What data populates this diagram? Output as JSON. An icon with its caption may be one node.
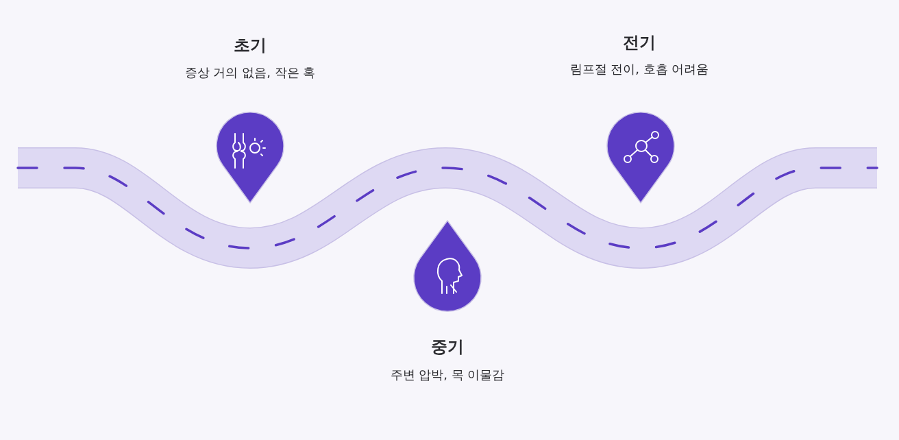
{
  "diagram": {
    "labels": [
      "초기",
      "증상 거의 없음, 작은 혹",
      "전기",
      "림프절 전이, 호흡 어려움",
      "중기",
      "주변 압박, 목 이물감"
    ]
  }
}
